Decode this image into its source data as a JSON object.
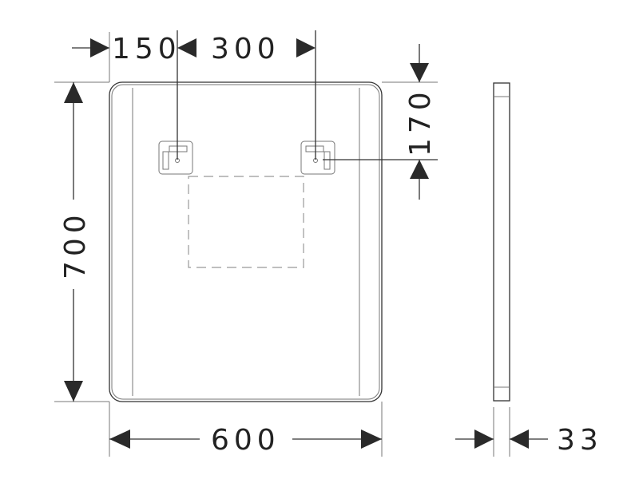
{
  "drawing": {
    "subject": "mirror",
    "dimensions": {
      "mount_offset_left": "150",
      "mount_spacing": "300",
      "mount_offset_top": "170",
      "height": "700",
      "width": "600",
      "depth": "33"
    },
    "units": "mm",
    "line_color": "#333333",
    "arrow_color": "#2a2a2a"
  }
}
